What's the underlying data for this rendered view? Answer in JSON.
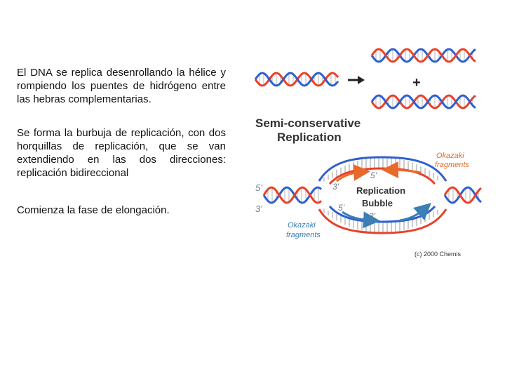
{
  "paragraphs": {
    "p1": "El DNA se replica desenrollando la hélice y rompiendo los puentes de hidrógeno entre las hebras complementarias.",
    "p2": "Se forma la burbuja de replicación, con dos horquillas de replicación, que se van extendiendo en las dos direcciones: replicación bidireccional",
    "p3": "Comienza la fase de elongación."
  },
  "figure": {
    "plus_sign": "+",
    "title_line1": "Semi-conservative",
    "title_line2": "Replication",
    "okazaki_top_line1": "Okazaki",
    "okazaki_top_line2": "fragments",
    "okazaki_bottom_line1": "Okazaki",
    "okazaki_bottom_line2": "fragments",
    "left_5prime": "5’",
    "left_3prime": "3’",
    "inner_top_3prime": "3’",
    "inner_top_5prime": "5’",
    "inner_bottom_5prime": "5’",
    "inner_bottom_3prime": "3’",
    "bubble_line1": "Replication",
    "bubble_line2": "Bubble",
    "copyright": "(c) 2000 Chemis",
    "colors": {
      "parental_strand": "#2f5fd0",
      "new_strand": "#e8412a",
      "okazaki_top": "#e8692a",
      "okazaki_bottom": "#3a7fb5",
      "label_gray": "#6b7a8a"
    }
  }
}
